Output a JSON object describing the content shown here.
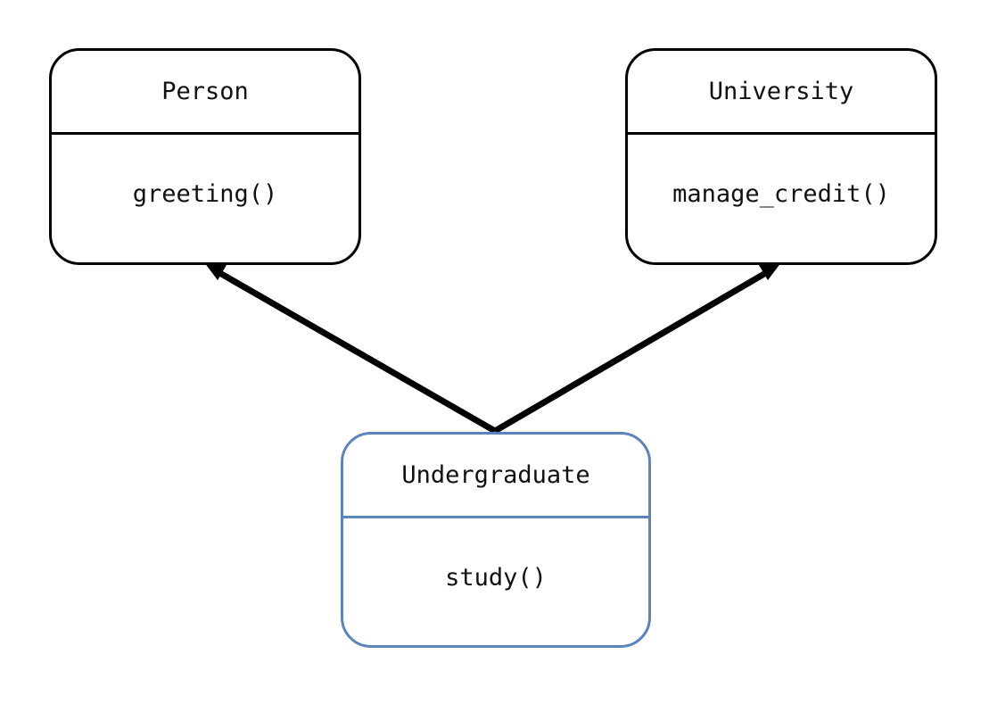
{
  "classes": {
    "person": {
      "name": "Person",
      "method": "greeting()"
    },
    "university": {
      "name": "University",
      "method": "manage_credit()"
    },
    "undergraduate": {
      "name": "Undergraduate",
      "method": "study()"
    }
  },
  "colors": {
    "parent_border": "#000000",
    "child_border": "#5b84bc",
    "arrow": "#000000"
  }
}
